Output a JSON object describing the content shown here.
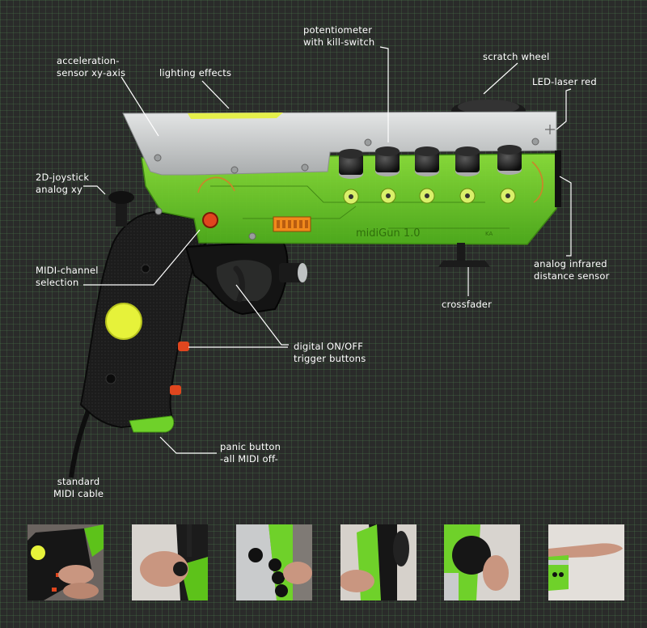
{
  "device": {
    "brand_text": "midiGun 1.0",
    "small_mark": "KA"
  },
  "labels": {
    "acceleration": [
      "acceleration-",
      "sensor xy-axis"
    ],
    "lighting": [
      "lighting effects"
    ],
    "potentiometer": [
      "potentiometer",
      "with kill-switch"
    ],
    "scratch": [
      "scratch wheel"
    ],
    "laser": [
      "LED-laser red"
    ],
    "joystick": [
      "2D-joystick",
      "analog xy"
    ],
    "midi_channel": [
      "MIDI-channel",
      "selection"
    ],
    "infrared": [
      "analog infrared",
      "distance sensor"
    ],
    "crossfader": [
      "crossfader"
    ],
    "trigger": [
      "digital ON/OFF",
      "trigger buttons"
    ],
    "panic": [
      "panic button",
      "-all MIDI off-"
    ],
    "cable": [
      "standard",
      "MIDI cable"
    ]
  },
  "colors": {
    "board_green": "#6fd12a",
    "yellow_accent": "#e6f23a",
    "metal": "#c9cbcc",
    "body_black": "#171717",
    "button_red": "#e0461e"
  },
  "thumbnails": [
    {
      "name": "thumb-trigger-buttons"
    },
    {
      "name": "thumb-joystick"
    },
    {
      "name": "thumb-knobs"
    },
    {
      "name": "thumb-scratch-side"
    },
    {
      "name": "thumb-scratch-wheel"
    },
    {
      "name": "thumb-hand-sensor"
    }
  ]
}
